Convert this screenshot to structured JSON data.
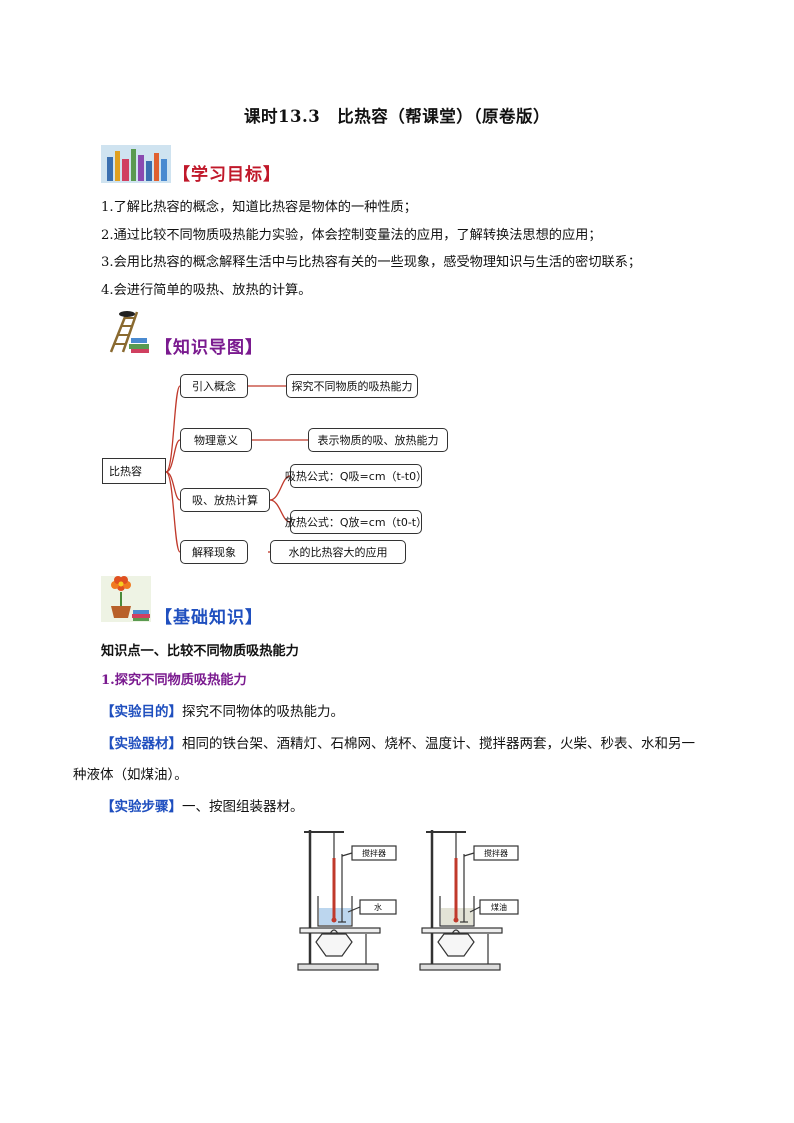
{
  "title": "课时13.3　比热容（帮课堂）（原卷版）",
  "sections": {
    "goals": {
      "label": "【学习目标】",
      "color": "#c0182a",
      "items": [
        "1.了解比热容的概念，知道比热容是物体的一种性质；",
        "2.通过比较不同物质吸热能力实验，体会控制变量法的应用，了解转换法思想的应用；",
        "3.会用比热容的概念解释生活中与比热容有关的一些现象，感受物理知识与生活的密切联系；",
        "4.会进行简单的吸热、放热的计算。"
      ]
    },
    "map": {
      "label": "【知识导图】",
      "color": "#7a1a8f",
      "root": "比热容",
      "branches": [
        {
          "name": "引入概念",
          "leaf": "探究不同物质的吸热能力"
        },
        {
          "name": "物理意义",
          "leaf": "表示物质的吸、放热能力"
        },
        {
          "name": "吸、放热计算",
          "leaf_absorb": "吸热公式：Q吸=cm（t-t0）",
          "leaf_release": "放热公式：Q放=cm（t0-t）"
        },
        {
          "name": "解释现象",
          "leaf": "水的比热容大的应用"
        }
      ]
    },
    "basics": {
      "label": "【基础知识】",
      "color": "#1f4fbf",
      "point_title": "知识点一、比较不同物质吸热能力",
      "sub_title": "1.探究不同物质吸热能力",
      "purpose_tag": "【实验目的】",
      "purpose_text": "探究不同物体的吸热能力。",
      "equip_tag": "【实验器材】",
      "equip_text_1": "相同的铁台架、酒精灯、石棉网、烧杯、温度计、搅拌器两套，火柴、秒表、水和另一",
      "equip_text_2": "种液体（如煤油）。",
      "steps_tag": "【实验步骤】",
      "steps_text": "一、按图组装器材。"
    }
  },
  "figure": {
    "left": {
      "stirrer_label": "搅拌器",
      "liquid_label": "水"
    },
    "right": {
      "stirrer_label": "搅拌器",
      "liquid_label": "煤油"
    }
  }
}
